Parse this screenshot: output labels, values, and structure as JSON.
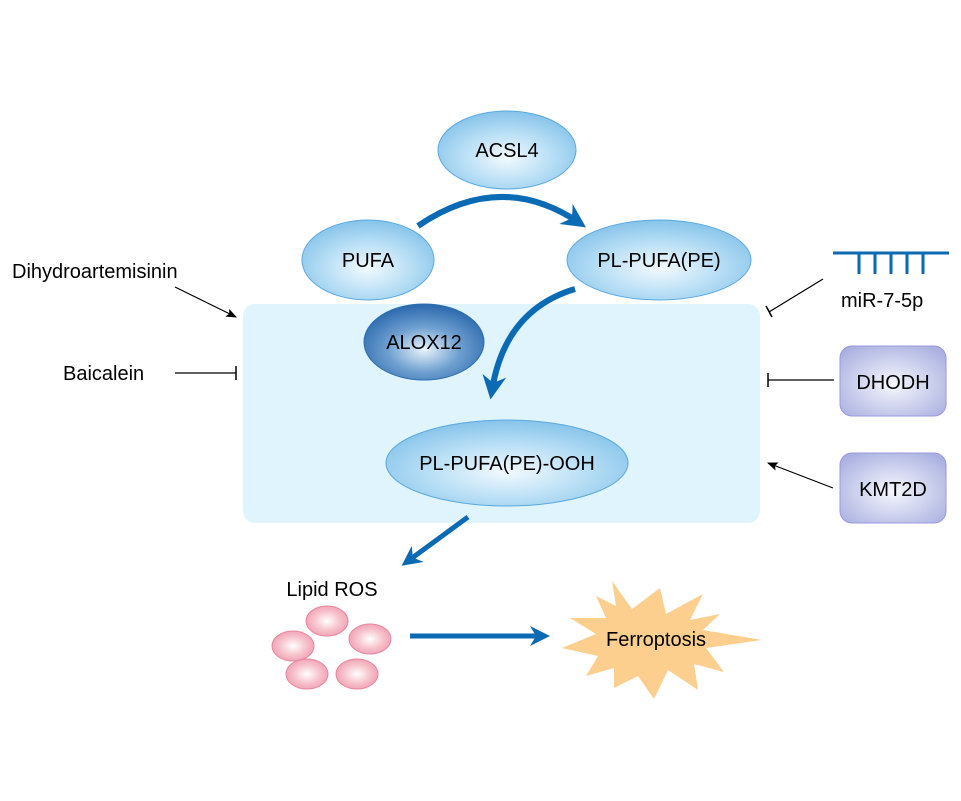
{
  "diagram": {
    "title": "Lipid peroxidation pathway leading to ferroptosis",
    "colors": {
      "arrow_blue": "#0a6ab4",
      "membrane_box": "#dff4fc",
      "ellipse_edge": "#5aa9e0",
      "ellipse_light": "#eaf6fd",
      "ellipse_mid": "#8ec9ee",
      "alox_dark": "#2f6db0",
      "box_purple_edge": "#9a98e0",
      "box_purple": "#b4bde6",
      "ros_pink": "#f0a4b4",
      "ros_edge": "#e8859d",
      "ferroptosis_fill": "#fccf8e",
      "line_black": "#000000"
    },
    "nodes": {
      "acsl4": "ACSL4",
      "pufa": "PUFA",
      "pl_pufa": "PL-PUFA(PE)",
      "alox12": "ALOX12",
      "pl_pufa_ooh": "PL-PUFA(PE)-OOH",
      "lipid_ros": "Lipid ROS",
      "ferroptosis": "Ferroptosis"
    },
    "regulators": {
      "dihydroartemisinin": "Dihydroartemisinin",
      "baicalein": "Baicalein",
      "mir": "miR-7-5p",
      "dhodh": "DHODH",
      "kmt2d": "KMT2D"
    },
    "edges": [
      {
        "from": "PUFA",
        "to": "PL-PUFA(PE)",
        "type": "activation",
        "catalyst": "ACSL4"
      },
      {
        "from": "PL-PUFA(PE)",
        "to": "PL-PUFA(PE)-OOH",
        "type": "activation",
        "catalyst": "ALOX12"
      },
      {
        "from": "PL-PUFA(PE)-OOH",
        "to": "Lipid ROS",
        "type": "activation"
      },
      {
        "from": "Lipid ROS",
        "to": "Ferroptosis",
        "type": "activation"
      },
      {
        "from": "Dihydroartemisinin",
        "to": "peroxidation-box",
        "type": "activation"
      },
      {
        "from": "Baicalein",
        "to": "peroxidation-box",
        "type": "inhibition"
      },
      {
        "from": "miR-7-5p",
        "to": "peroxidation-box",
        "type": "inhibition"
      },
      {
        "from": "DHODH",
        "to": "peroxidation-box",
        "type": "inhibition"
      },
      {
        "from": "KMT2D",
        "to": "peroxidation-box",
        "type": "activation"
      }
    ]
  }
}
